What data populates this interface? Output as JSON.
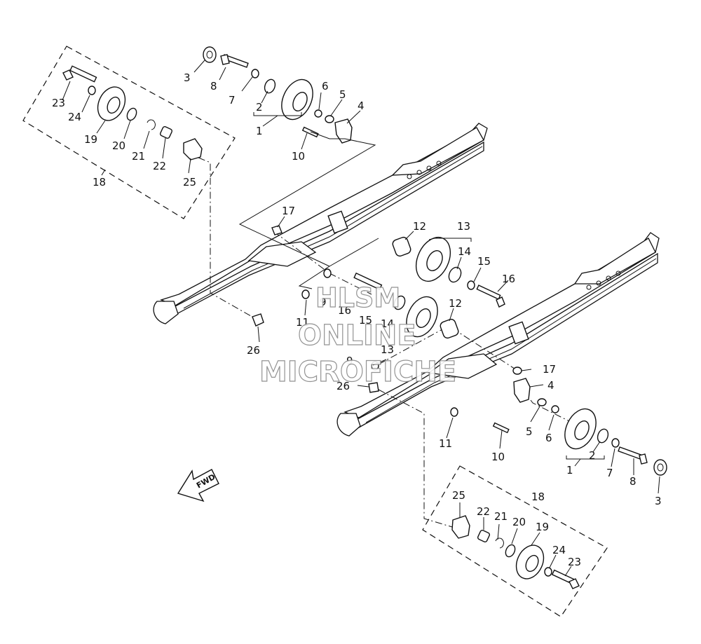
{
  "diagram": {
    "watermark": {
      "line1": "HLSM",
      "line2": "ONLINE",
      "line3": "MICROFICHE"
    },
    "direction_label": "FWD",
    "callouts": {
      "c3a": "3",
      "c8a": "8",
      "c7a": "7",
      "c2a": "2",
      "c1a": "1",
      "c6a": "6",
      "c5a": "5",
      "c4a": "4",
      "c10a": "10",
      "c23a": "23",
      "c24a": "24",
      "c19a": "19",
      "c20a": "20",
      "c21a": "21",
      "c22a": "22",
      "c25a": "25",
      "c18a": "18",
      "c17a": "17",
      "c12a": "12",
      "c13a": "13",
      "c14a": "14",
      "c15a": "15",
      "c16a": "16",
      "c11a": "11",
      "c9a": "9",
      "c16b": "16",
      "c15b": "15",
      "c14b": "14",
      "c13b": "13",
      "c12b": "12",
      "c26a": "26",
      "c9b": "9",
      "c26b": "26",
      "c17b": "17",
      "c4b": "4",
      "c5b": "5",
      "c6b": "6",
      "c11b": "11",
      "c10b": "10",
      "c1b": "1",
      "c2b": "2",
      "c7b": "7",
      "c8b": "8",
      "c3b": "3",
      "c25b": "25",
      "c22b": "22",
      "c21b": "21",
      "c20b": "20",
      "c19b": "19",
      "c18b": "18",
      "c24b": "24",
      "c23b": "23"
    }
  }
}
